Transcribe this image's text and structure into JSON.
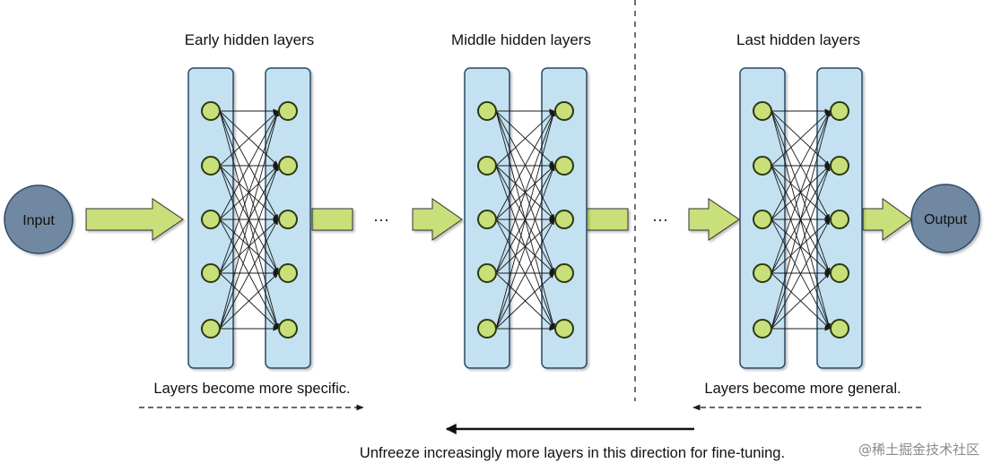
{
  "input_label": "Input",
  "output_label": "Output",
  "groups": [
    {
      "title": "Early hidden layers"
    },
    {
      "title": "Middle hidden layers"
    },
    {
      "title": "Last hidden layers"
    }
  ],
  "ellipsis_1": "···",
  "ellipsis_2": "···",
  "caption_left": "Layers become more specific.",
  "caption_right": "Layers become more general.",
  "bottom_caption": "Unfreeze increasingly more layers in this direction for fine-tuning.",
  "watermark": "@稀土掘金技术社区",
  "colors": {
    "layer_fill": "#c4e1f1",
    "layer_stroke": "#2b4a66",
    "neuron_fill": "#c9df7a",
    "io_fill": "#7088a2",
    "arrow_fill": "#c9df7a",
    "edge": "#1a1a1a"
  }
}
